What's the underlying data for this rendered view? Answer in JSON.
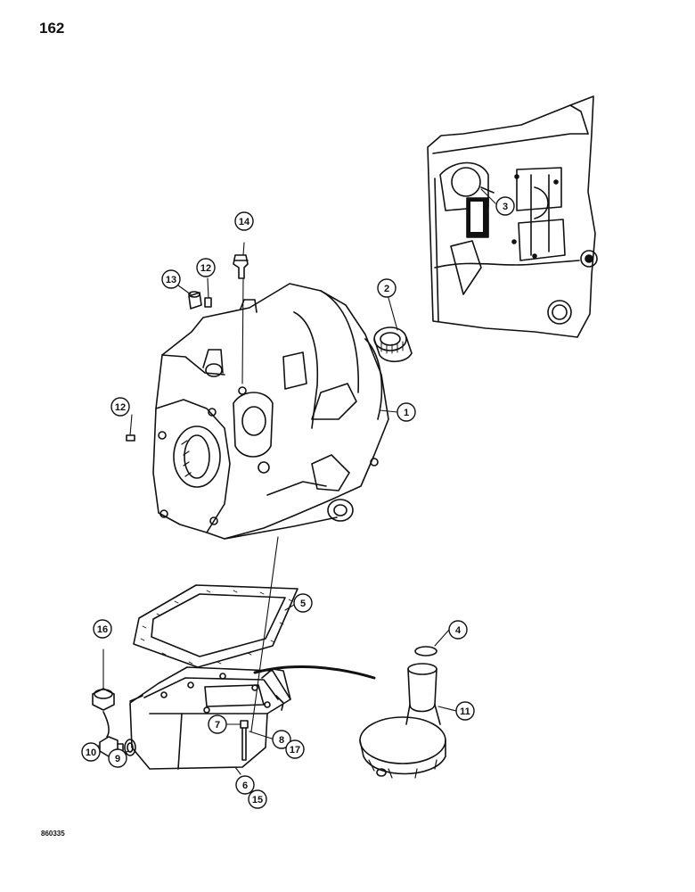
{
  "page": {
    "number": "162",
    "drawing_code": "860335"
  },
  "callouts": [
    {
      "id": "c1",
      "number": "1"
    },
    {
      "id": "c2",
      "number": "2"
    },
    {
      "id": "c3",
      "number": "3"
    },
    {
      "id": "c4",
      "number": "4"
    },
    {
      "id": "c5",
      "number": "5"
    },
    {
      "id": "c6",
      "number": "6"
    },
    {
      "id": "c7",
      "number": "7"
    },
    {
      "id": "c8",
      "number": "8"
    },
    {
      "id": "c9",
      "number": "9"
    },
    {
      "id": "c10",
      "number": "10"
    },
    {
      "id": "c11",
      "number": "11"
    },
    {
      "id": "c12a",
      "number": "12"
    },
    {
      "id": "c12b",
      "number": "12"
    },
    {
      "id": "c13",
      "number": "13"
    },
    {
      "id": "c14",
      "number": "14"
    },
    {
      "id": "c15",
      "number": "15"
    },
    {
      "id": "c16",
      "number": "16"
    },
    {
      "id": "c17",
      "number": "17"
    }
  ]
}
